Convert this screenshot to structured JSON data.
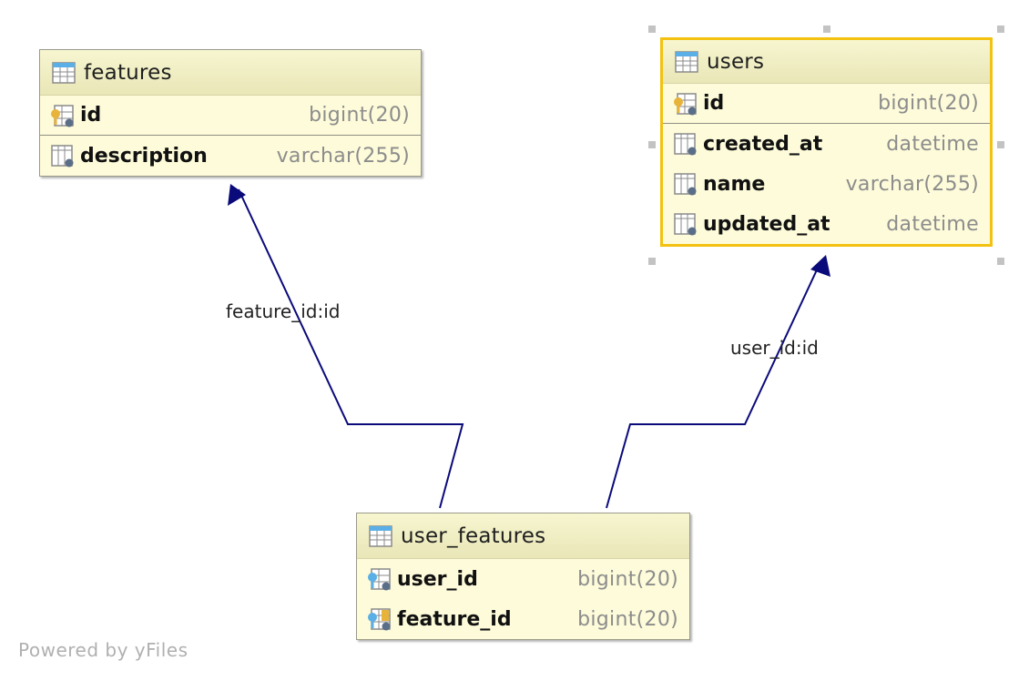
{
  "tables": {
    "features": {
      "name": "features",
      "pk": {
        "name": "id",
        "type": "bigint(20)"
      },
      "columns": [
        {
          "name": "description",
          "type": "varchar(255)"
        }
      ]
    },
    "users": {
      "name": "users",
      "pk": {
        "name": "id",
        "type": "bigint(20)"
      },
      "columns": [
        {
          "name": "created_at",
          "type": "datetime"
        },
        {
          "name": "name",
          "type": "varchar(255)"
        },
        {
          "name": "updated_at",
          "type": "datetime"
        }
      ]
    },
    "user_features": {
      "name": "user_features",
      "columns": [
        {
          "name": "user_id",
          "type": "bigint(20)"
        },
        {
          "name": "feature_id",
          "type": "bigint(20)"
        }
      ]
    }
  },
  "relations": [
    {
      "label": "feature_id:id"
    },
    {
      "label": "user_id:id"
    }
  ],
  "footer": "Powered by yFiles",
  "colors": {
    "edge": "#0a0a7a",
    "selection": "#f3c10f",
    "table_fill": "#fdfbd9",
    "header_fill": "#ecead0"
  }
}
